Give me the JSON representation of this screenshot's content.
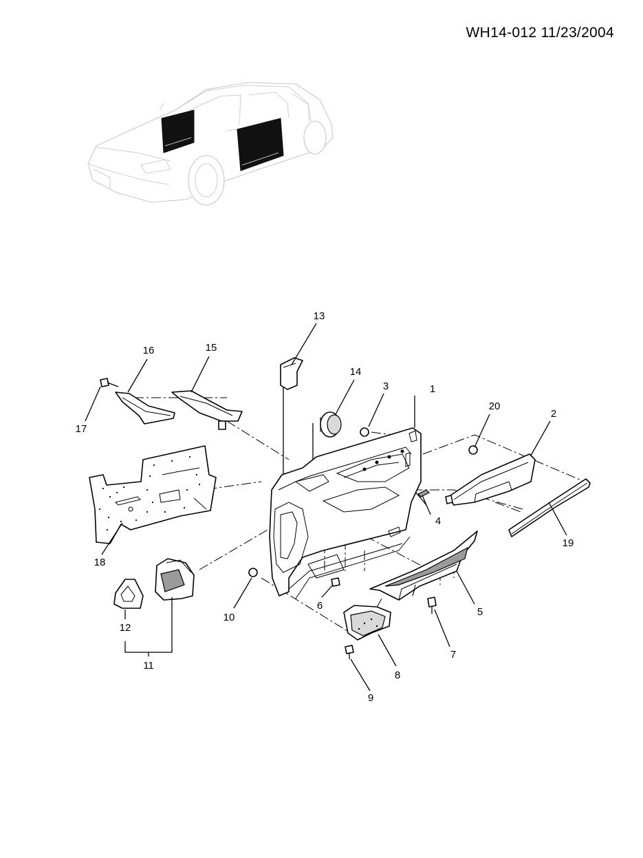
{
  "document": {
    "code": "WH14-012 11/23/2004"
  },
  "callouts": [
    {
      "num": "1"
    },
    {
      "num": "2"
    },
    {
      "num": "3"
    },
    {
      "num": "4"
    },
    {
      "num": "5"
    },
    {
      "num": "6"
    },
    {
      "num": "7"
    },
    {
      "num": "8"
    },
    {
      "num": "9"
    },
    {
      "num": "10"
    },
    {
      "num": "11"
    },
    {
      "num": "12"
    },
    {
      "num": "13"
    },
    {
      "num": "14"
    },
    {
      "num": "15"
    },
    {
      "num": "16"
    },
    {
      "num": "17"
    },
    {
      "num": "18"
    },
    {
      "num": "19"
    },
    {
      "num": "20"
    }
  ],
  "colors": {
    "line": "#000000",
    "vehicle_outline": "#c8c8c8",
    "highlighted_door": "#111111",
    "pad_shading": "#9a9a9a"
  }
}
